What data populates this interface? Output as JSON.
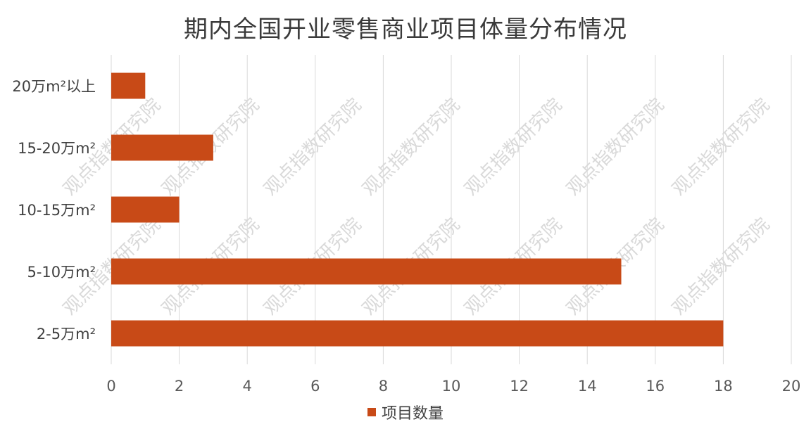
{
  "chart_data": {
    "type": "bar",
    "orientation": "horizontal",
    "title": "期内全国开业零售商业项目体量分布情况",
    "categories": [
      "20万m²以上",
      "15-20万m²",
      "10-15万m²",
      "5-10万m²",
      "2-5万m²"
    ],
    "series": [
      {
        "name": "项目数量",
        "values": [
          1,
          3,
          2,
          15,
          18
        ],
        "color": "#c84a17"
      }
    ],
    "xlim": [
      0,
      20
    ],
    "xticks": [
      0,
      2,
      4,
      6,
      8,
      10,
      12,
      14,
      16,
      18,
      20
    ],
    "grid": "vertical",
    "legend_position": "bottom-center",
    "xlabel": "",
    "ylabel": ""
  },
  "watermark": "观点指数研究院"
}
